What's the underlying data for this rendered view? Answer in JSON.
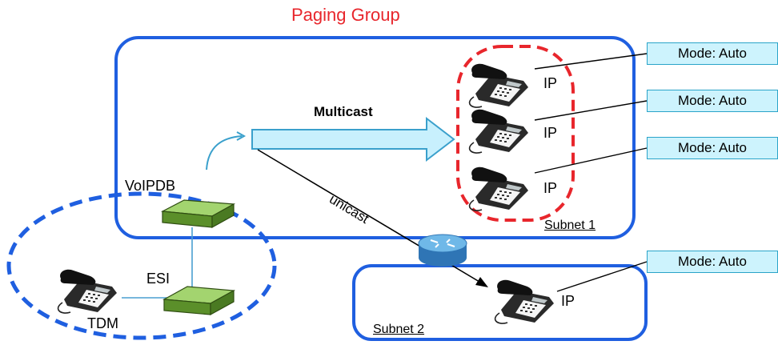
{
  "title": "Paging Group",
  "colors": {
    "title": "#e8262c",
    "blue_boundary": "#1f5fe0",
    "red_group": "#e8262c",
    "arrow_fill": "#c8f0fd",
    "arrow_stroke": "#3aa0cc",
    "mode_box_fill": "#cdf3fd",
    "device_green": "#7cb84a",
    "router_blue": "#4da3db"
  },
  "labels": {
    "multicast": "Multicast",
    "unicast": "unicast",
    "voipdb": "VoIPDB",
    "esi": "ESI",
    "tdm": "TDM",
    "subnet1": "Subnet 1",
    "subnet2": "Subnet 2"
  },
  "ip_phones": [
    {
      "label": "IP",
      "mode": "Mode: Auto"
    },
    {
      "label": "IP",
      "mode": "Mode: Auto"
    },
    {
      "label": "IP",
      "mode": "Mode: Auto"
    },
    {
      "label": "IP",
      "mode": "Mode: Auto"
    }
  ],
  "icons": [
    "ip-phone-icon",
    "tdm-phone-icon",
    "voipdb-unit-icon",
    "esi-unit-icon",
    "router-icon"
  ]
}
